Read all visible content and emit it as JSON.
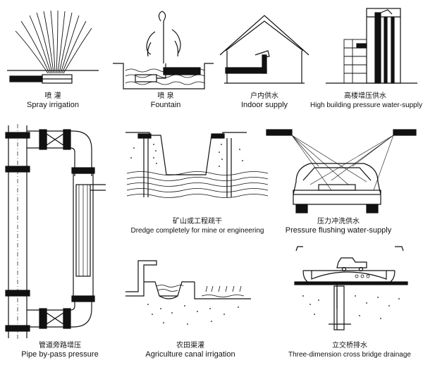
{
  "panels": [
    {
      "id": "spray",
      "zh": "喷 灌",
      "en": "Spray irrigation"
    },
    {
      "id": "fountain",
      "zh": "喷 泉",
      "en": "Fountain"
    },
    {
      "id": "indoor",
      "zh": "户内供水",
      "en": "Indoor supply"
    },
    {
      "id": "highrise",
      "zh": "高楼增压供水",
      "en": "High building pressure water-supply"
    },
    {
      "id": "bypass",
      "zh": "管道旁路增压",
      "en": "Pipe by-pass pressure"
    },
    {
      "id": "dredge",
      "zh": "矿山或工程疏干",
      "en": "Dredge completely for mine or engineering"
    },
    {
      "id": "flush",
      "zh": "压力冲洗供水",
      "en": "Pressure flushing water-supply"
    },
    {
      "id": "canal",
      "zh": "农田渠灌",
      "en": "Agriculture canal irrigation"
    },
    {
      "id": "bridge",
      "zh": "立交桥排水",
      "en": "Three-dimension cross bridge drainage"
    }
  ]
}
